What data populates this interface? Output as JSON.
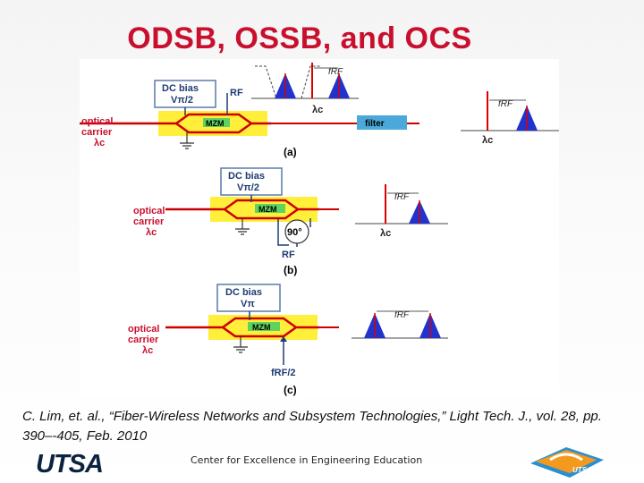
{
  "title": "ODSB, OSSB, and OCS",
  "diagram": {
    "a": {
      "dc_bias_line1": "DC bias",
      "dc_bias_line2": "Vπ/2",
      "rf": "RF",
      "optical_line1": "optical",
      "optical_line2": "carrier",
      "optical_line3": "λc",
      "mzm": "MZM",
      "filter": "filter",
      "f_rf_1": "fRF",
      "f_rf_2": "fRF",
      "lambda_1": "λc",
      "lambda_2": "λc",
      "caption": "(a)"
    },
    "b": {
      "dc_bias_line1": "DC bias",
      "dc_bias_line2": "Vπ/2",
      "optical_line1": "optical",
      "optical_line2": "carrier",
      "optical_line3": "λc",
      "mzm": "MZM",
      "phase": "90°",
      "rf": "RF",
      "f_rf": "fRF",
      "lambda": "λc",
      "caption": "(b)"
    },
    "c": {
      "dc_bias_line1": "DC bias",
      "dc_bias_line2": "Vπ",
      "optical_line1": "optical",
      "optical_line2": "carrier",
      "optical_line3": "λc",
      "mzm": "MZM",
      "f_rf_half": "fRF/2",
      "f_rf": "fRF",
      "caption": "(c)"
    }
  },
  "citation": "C. Lim, et. al., “Fiber-Wireless Networks and Subsystem Technologies,” Light Tech. J., vol. 28, pp. 390–-405, Feb. 2010",
  "footer": {
    "logo": "UTSA",
    "center_text": "Center for Excellence in Engineering Education",
    "emblem_text": "UTSA"
  },
  "colors": {
    "title": "#c8102e",
    "modulator_fill": "#ffef3a",
    "mzm_fill": "#5fd35f",
    "waveguide": "#cc0000",
    "spectrum_fill": "#2233cc",
    "carrier_line": "#dd0000",
    "filter_fill": "#4aa9d8"
  }
}
